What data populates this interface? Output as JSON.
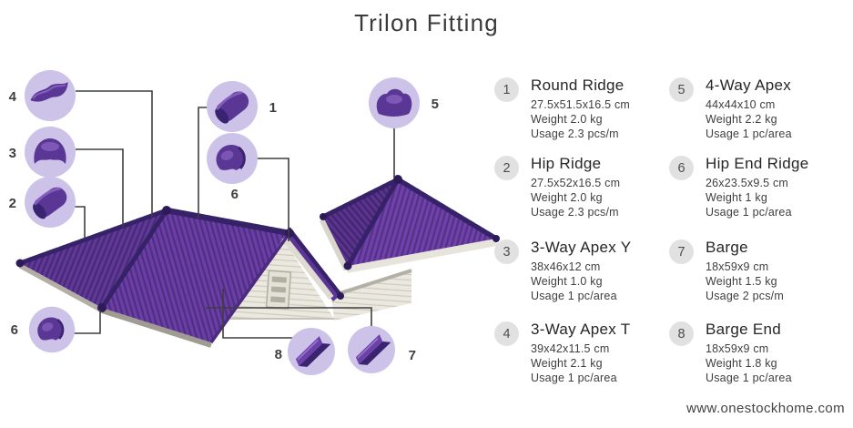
{
  "title": "Trilon Fitting",
  "website": "www.onestockhome.com",
  "colors": {
    "roof_purple": "#6b3ea7",
    "roof_stripe_dark": "#4f2e80",
    "ridge_dark": "#362268",
    "callout_circle_lavender": "#cdc3e8",
    "badge_gray": "#e1e1e1",
    "fascia_gray": "#b3afa4",
    "wall_siding": "#ebe8e0",
    "text_dark": "#3b3b3b"
  },
  "legend": {
    "items": [
      {
        "num": "1",
        "name": "Round Ridge",
        "size": "27.5x51.5x16.5 cm",
        "weight": "Weight 2.0 kg",
        "usage": "Usage 2.3 pcs/m"
      },
      {
        "num": "2",
        "name": "Hip Ridge",
        "size": "27.5x52x16.5 cm",
        "weight": "Weight 2.0 kg",
        "usage": "Usage 2.3 pcs/m"
      },
      {
        "num": "3",
        "name": "3-Way Apex Y",
        "size": "38x46x12 cm",
        "weight": "Weight 1.0 kg",
        "usage": "Usage 1 pc/area"
      },
      {
        "num": "4",
        "name": "3-Way Apex T",
        "size": "39x42x11.5 cm",
        "weight": "Weight 2.1 kg",
        "usage": "Usage 1 pc/area"
      },
      {
        "num": "5",
        "name": "4-Way Apex",
        "size": "44x44x10 cm",
        "weight": "Weight 2.2 kg",
        "usage": "Usage 1 pc/area"
      },
      {
        "num": "6",
        "name": "Hip End Ridge",
        "size": "26x23.5x9.5 cm",
        "weight": "Weight 1 kg",
        "usage": "Usage 1 pc/area"
      },
      {
        "num": "7",
        "name": "Barge",
        "size": "18x59x9 cm",
        "weight": "Weight 1.5 kg",
        "usage": "Usage 2 pcs/m"
      },
      {
        "num": "8",
        "name": "Barge End",
        "size": "18x59x9 cm",
        "weight": "Weight 1.8 kg",
        "usage": "Usage 1 pc/area"
      }
    ]
  },
  "diagram": {
    "callouts": [
      {
        "num": "4"
      },
      {
        "num": "3"
      },
      {
        "num": "2"
      },
      {
        "num": "1"
      },
      {
        "num": "6"
      },
      {
        "num": "5"
      },
      {
        "num": "6"
      },
      {
        "num": "8"
      },
      {
        "num": "7"
      }
    ]
  }
}
